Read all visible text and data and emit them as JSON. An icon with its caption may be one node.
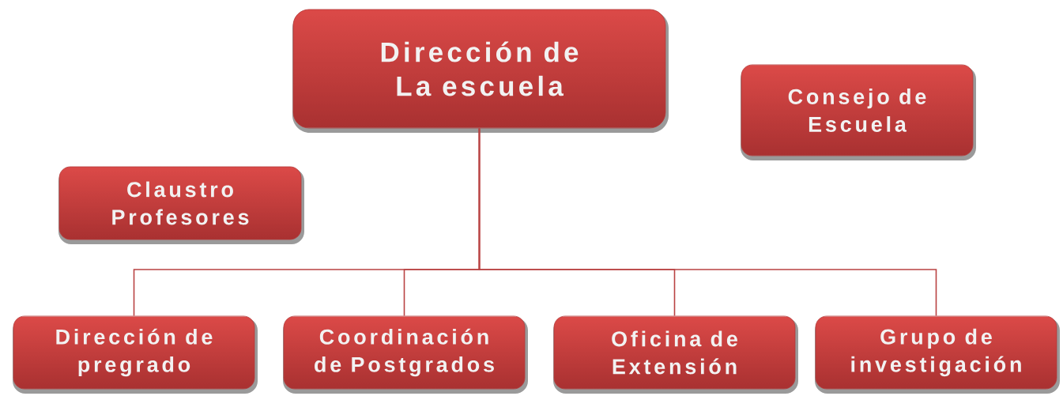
{
  "diagram": {
    "nodes": [
      {
        "text": [
          "Dirección de La escuela"
        ]
      },
      {
        "text": [
          "Consejo de Escuela"
        ]
      },
      {
        "text": [
          "Claustro Profesores"
        ]
      },
      {
        "text": [
          "Dirección de pregrado"
        ]
      },
      {
        "text": [
          "Coordinación de Postgrados"
        ]
      },
      {
        "text": [
          "Oficina de Extensión"
        ]
      },
      {
        "text": [
          "Grupo de investigación"
        ]
      }
    ],
    "edges": [
      {
        "from": 0,
        "to": 3,
        "arrow": "none"
      },
      {
        "from": 0,
        "to": 4,
        "arrow": "none"
      },
      {
        "from": 0,
        "to": 5,
        "arrow": "none"
      },
      {
        "from": 0,
        "to": 6,
        "arrow": "none"
      }
    ]
  }
}
